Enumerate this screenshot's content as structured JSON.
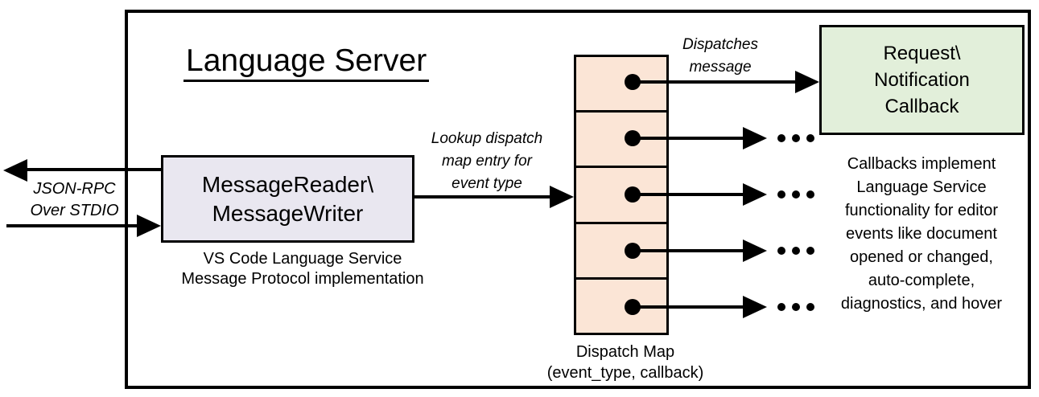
{
  "diagram": {
    "title": "Language Server"
  },
  "stdio": {
    "label_lines": [
      "JSON-RPC",
      "Over STDIO"
    ]
  },
  "message_handler": {
    "box_lines": [
      "MessageReader\\",
      "MessageWriter"
    ],
    "caption_lines": [
      "VS Code Language Service",
      "Message Protocol implementation"
    ]
  },
  "lookup_arrow": {
    "label_lines": [
      "Lookup dispatch",
      "map entry for",
      "event type"
    ]
  },
  "dispatch_map": {
    "rows": 5,
    "caption_lines": [
      "Dispatch Map",
      "(event_type, callback)"
    ],
    "continuation_ellipsis": "..."
  },
  "dispatch_arrow": {
    "label_lines": [
      "Dispatches",
      "message"
    ]
  },
  "callback_box": {
    "lines": [
      "Request\\",
      "Notification",
      "Callback"
    ]
  },
  "callback_note": {
    "lines": [
      "Callbacks implement",
      "Language Service",
      "functionality for editor",
      "events like document",
      "opened or changed,",
      "auto-complete,",
      "diagnostics, and hover"
    ]
  },
  "colors": {
    "message_box_fill": "#e9e7f0",
    "dispatch_cell_fill": "#fbe5d6",
    "callback_box_fill": "#e2efda",
    "line": "#000000"
  }
}
